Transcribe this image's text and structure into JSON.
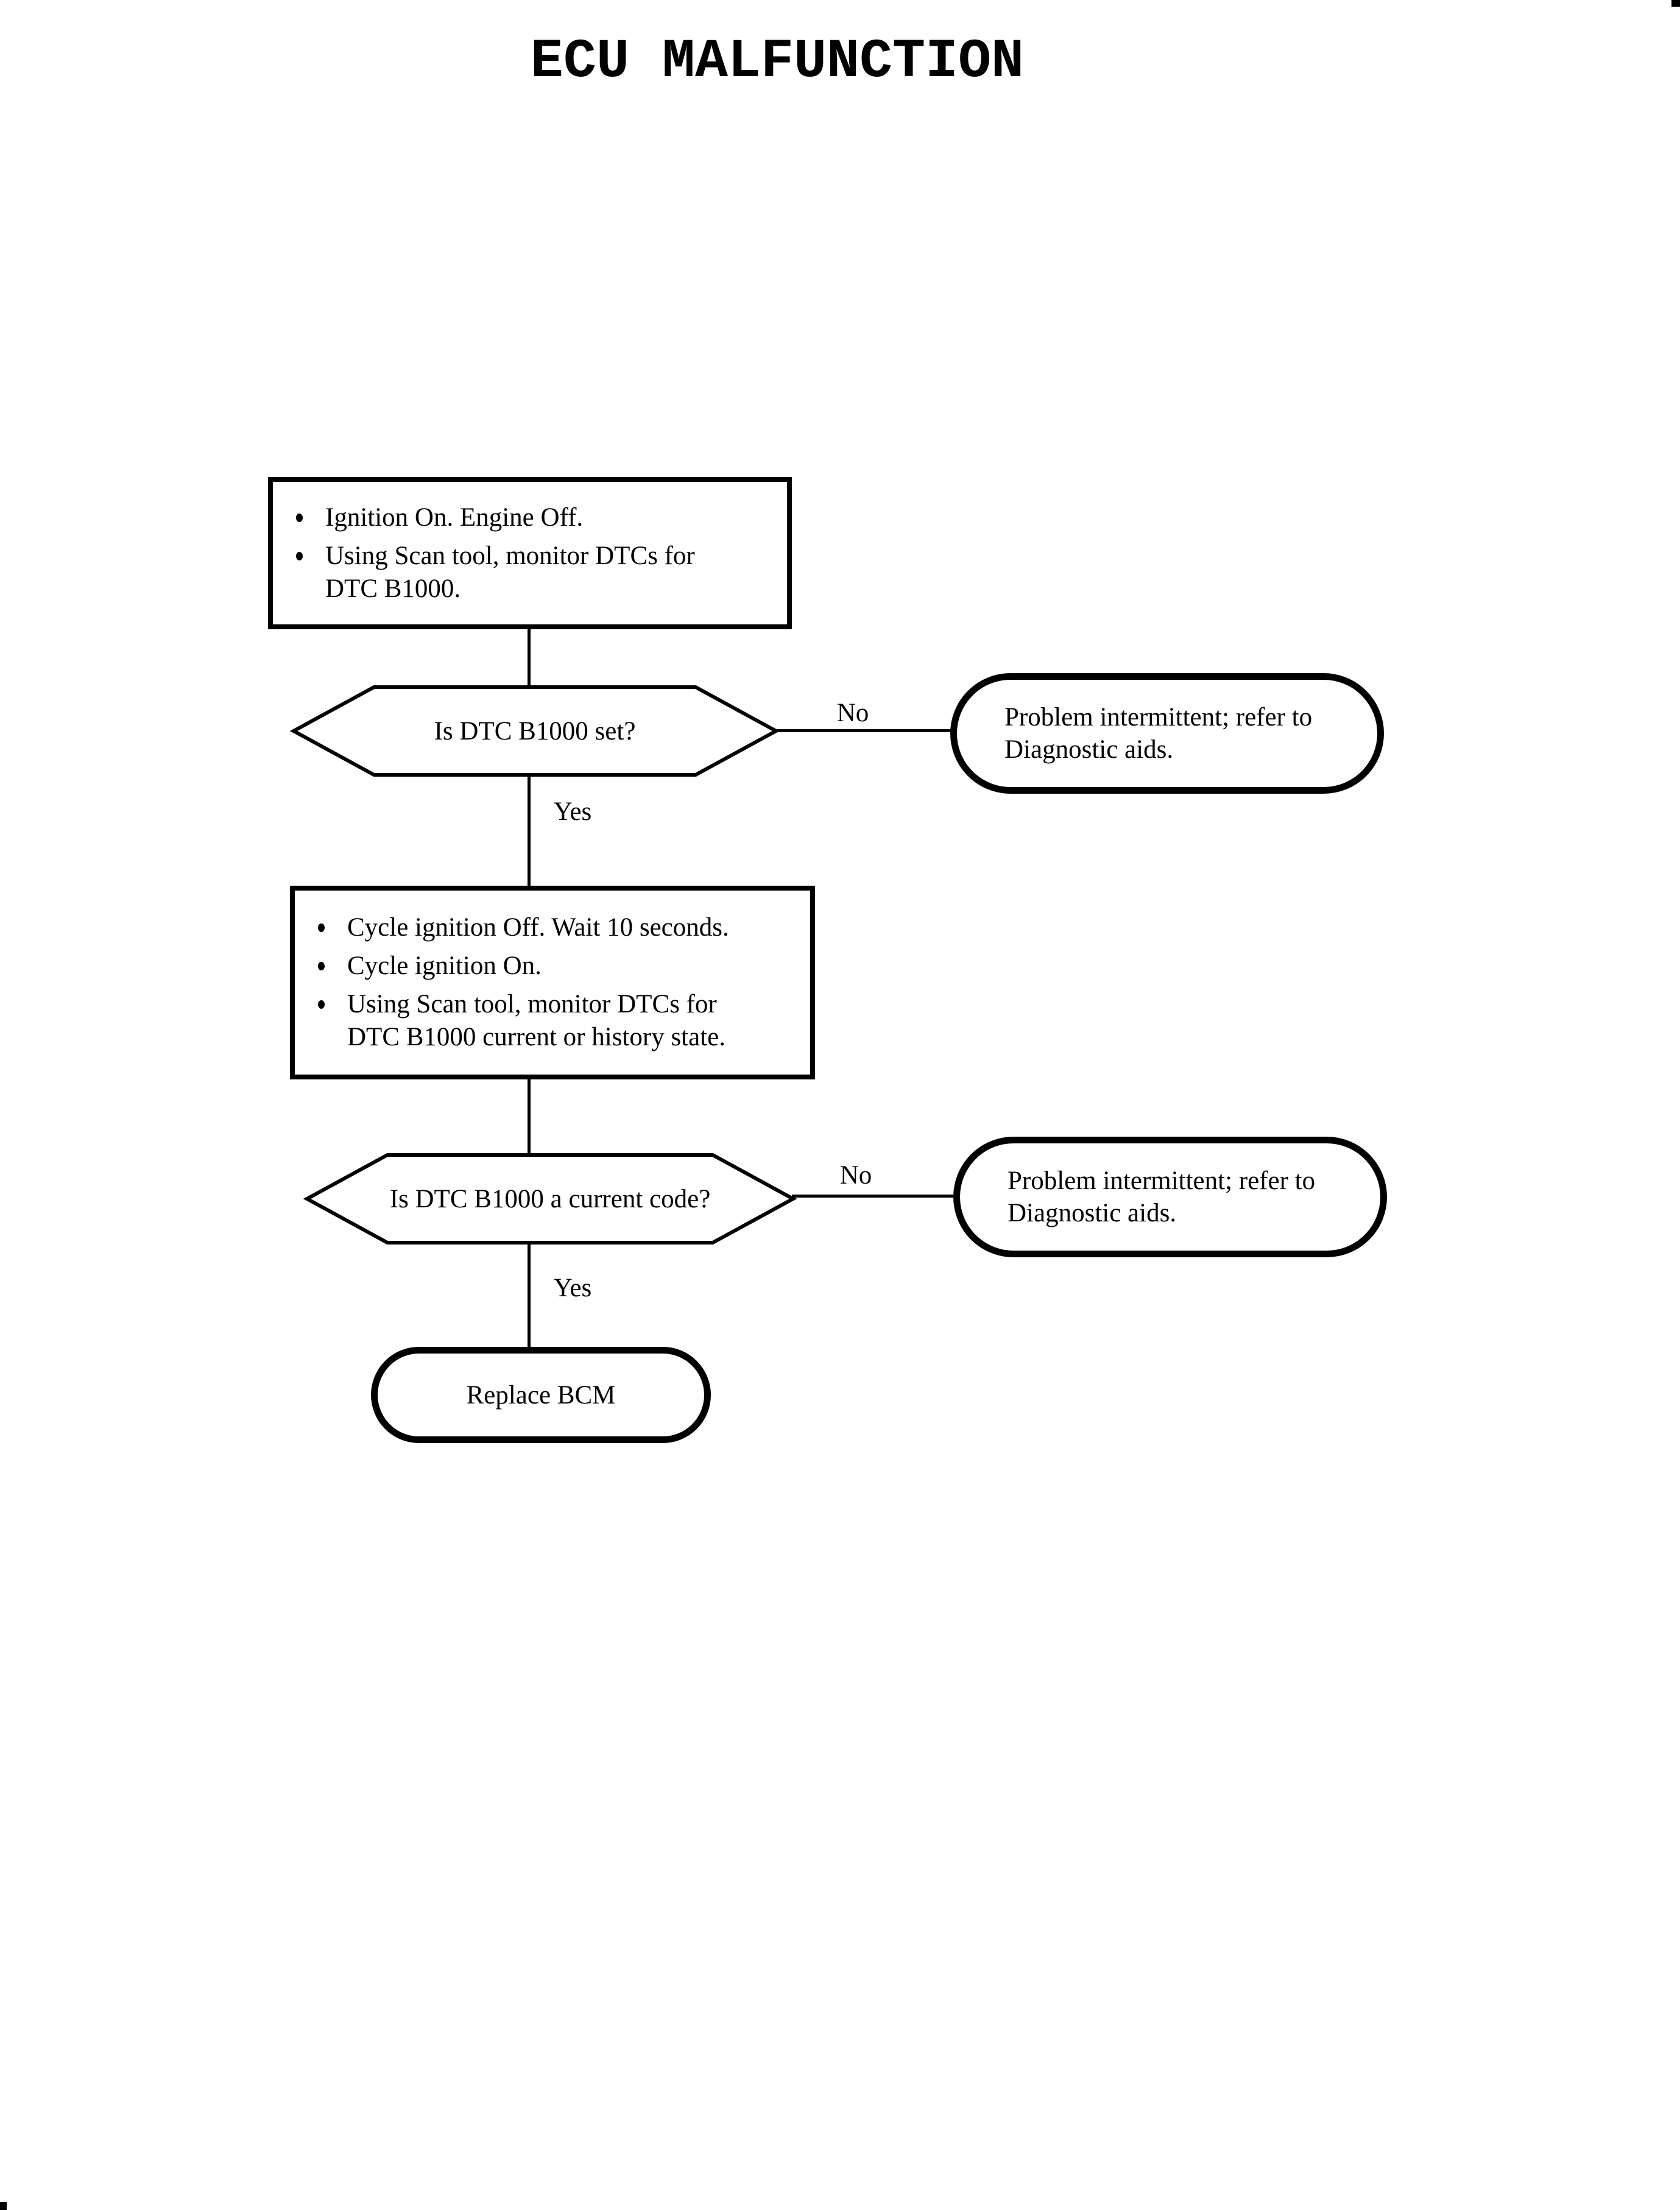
{
  "page": {
    "title": "ECU MALFUNCTION"
  },
  "flowchart": {
    "step1": {
      "bullets": [
        "Ignition On. Engine Off.",
        "Using Scan tool, monitor DTCs for DTC B1000."
      ]
    },
    "decision1": {
      "question": "Is DTC B1000 set?",
      "no_label": "No",
      "yes_label": "Yes"
    },
    "result1": {
      "line1": "Problem intermittent; refer to",
      "line2": "Diagnostic aids."
    },
    "step2": {
      "bullets": [
        "Cycle ignition Off. Wait 10 seconds.",
        "Cycle ignition On.",
        "Using Scan tool, monitor DTCs for DTC B1000 current or history state."
      ]
    },
    "decision2": {
      "question": "Is DTC B1000 a current code?",
      "no_label": "No",
      "yes_label": "Yes"
    },
    "result2": {
      "line1": "Problem intermittent; refer to",
      "line2": "Diagnostic aids."
    },
    "terminal": {
      "label": "Replace BCM"
    }
  },
  "colors": {
    "ink": "#000000",
    "paper": "#ffffff"
  }
}
